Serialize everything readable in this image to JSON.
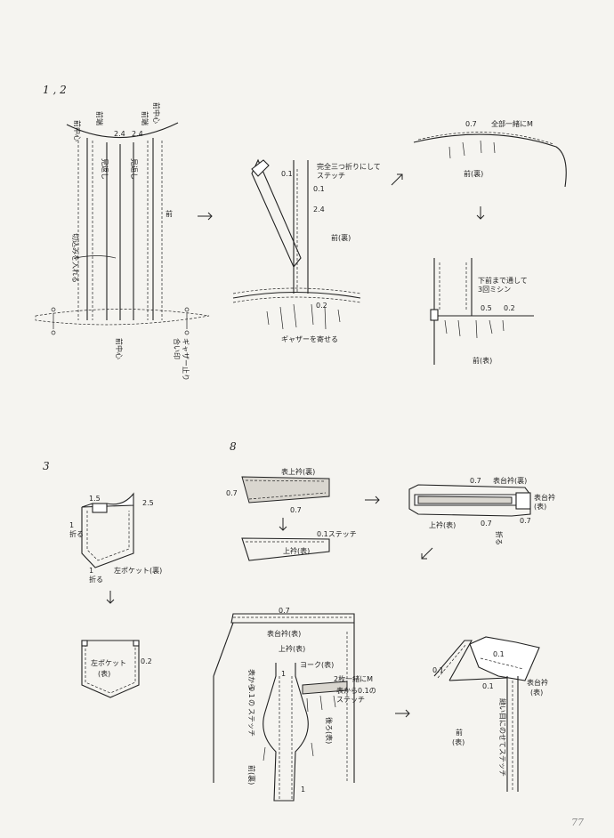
{
  "sections": {
    "s1": "1 , 2",
    "s3": "3",
    "s8": "8"
  },
  "page_number": "77",
  "step12": {
    "front_center_l": "前中心",
    "front_edge_l": "前端",
    "front_center_r": "前中心",
    "front_edge_r": "前端",
    "m24a": "2.4",
    "m24b": "2.4",
    "facing_l": "見返し",
    "facing_r": "見返し",
    "front": "前",
    "cut_in": "切込みを入れる",
    "center_bottom": "前中心",
    "gather_mark": "ギャザー止り",
    "notch": "合い印"
  },
  "step12b": {
    "fold_stitch": "完全三つ折りにして",
    "stitch": "ステッチ",
    "m01a": "0.1",
    "m01b": "0.1",
    "m24": "2.4",
    "front_wrong": "前(裏)",
    "m02": "0.2",
    "gather": "ギャザーを寄せる"
  },
  "step12c": {
    "m07": "0.7",
    "all_together": "全部一緒にM",
    "front_wrong": "前(裏)",
    "through_front": "下前まで通して",
    "triple_stitch": "3回ミシン",
    "m05": "0.5",
    "m02": "0.2",
    "front_right": "前(表)"
  },
  "step3": {
    "m15": "1.5",
    "m25": "2.5",
    "fold1a": "1",
    "fold_a": "折る",
    "fold1b": "1",
    "fold_b": "折る",
    "left_pocket_wrong": "左ポケット(裏)",
    "left_pocket": "左ポケット",
    "right_side": "(表)",
    "m02": "0.2"
  },
  "step8a": {
    "upper_collar_wrong": "表上衿(裏)",
    "m07a": "0.7",
    "m07b": "0.7",
    "stitch01": "0.1ステッチ",
    "upper_collar_right": "上衿(表)"
  },
  "step8b": {
    "m07a": "0.7",
    "stand_wrong": "表台衿(裏)",
    "stand": "表台衿",
    "right_side": "(表)",
    "upper_collar_right": "上衿(表)",
    "m07b": "0.7",
    "fold": "折る",
    "m07c": "0.7"
  },
  "step8c": {
    "m07": "0.7",
    "stand_right": "表台衿(表)",
    "upper_collar_right": "上衿(表)",
    "yoke_right": "ヨーク(表)",
    "two_together": "2枚一緒にM",
    "from_right": "表から0.1の",
    "stitch": "ステッチ",
    "left_from": "表から",
    "left_01": "0.1",
    "left_no": "の",
    "left_stitch": "ステッチ",
    "back_right": "後ろ(表)",
    "front_wrong": "前(裏)",
    "m1a": "1",
    "m1b": "1"
  },
  "step8d": {
    "m01a": "0.1",
    "m01b": "0.1",
    "m01c": "0.1",
    "stand": "表台衿",
    "right_side": "(表)",
    "stitch_on_seam": "縫い目にのせてステッチ",
    "front": "前",
    "front_right": "(表)"
  }
}
